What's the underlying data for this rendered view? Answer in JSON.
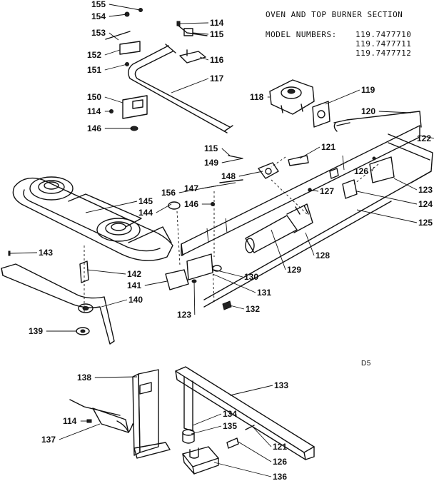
{
  "header": {
    "section_title": "OVEN AND TOP BURNER SECTION",
    "model_label": "MODEL NUMBERS:",
    "models": [
      "119.7477710",
      "119.7477711",
      "119.7477712"
    ]
  },
  "diagram_code": "D5",
  "callouts": [
    {
      "id": "155"
    },
    {
      "id": "154"
    },
    {
      "id": "153"
    },
    {
      "id": "152"
    },
    {
      "id": "151"
    },
    {
      "id": "150"
    },
    {
      "id": "114"
    },
    {
      "id": "146"
    },
    {
      "id": "114"
    },
    {
      "id": "115"
    },
    {
      "id": "116"
    },
    {
      "id": "117"
    },
    {
      "id": "118"
    },
    {
      "id": "119"
    },
    {
      "id": "120"
    },
    {
      "id": "122"
    },
    {
      "id": "121"
    },
    {
      "id": "115"
    },
    {
      "id": "149"
    },
    {
      "id": "148"
    },
    {
      "id": "126"
    },
    {
      "id": "123"
    },
    {
      "id": "127"
    },
    {
      "id": "124"
    },
    {
      "id": "156"
    },
    {
      "id": "147"
    },
    {
      "id": "125"
    },
    {
      "id": "146"
    },
    {
      "id": "145"
    },
    {
      "id": "144"
    },
    {
      "id": "128"
    },
    {
      "id": "143"
    },
    {
      "id": "129"
    },
    {
      "id": "142"
    },
    {
      "id": "130"
    },
    {
      "id": "141"
    },
    {
      "id": "131"
    },
    {
      "id": "123"
    },
    {
      "id": "140"
    },
    {
      "id": "132"
    },
    {
      "id": "139"
    },
    {
      "id": "138"
    },
    {
      "id": "133"
    },
    {
      "id": "114"
    },
    {
      "id": "134"
    },
    {
      "id": "135"
    },
    {
      "id": "137"
    },
    {
      "id": "121"
    },
    {
      "id": "126"
    },
    {
      "id": "136"
    }
  ]
}
